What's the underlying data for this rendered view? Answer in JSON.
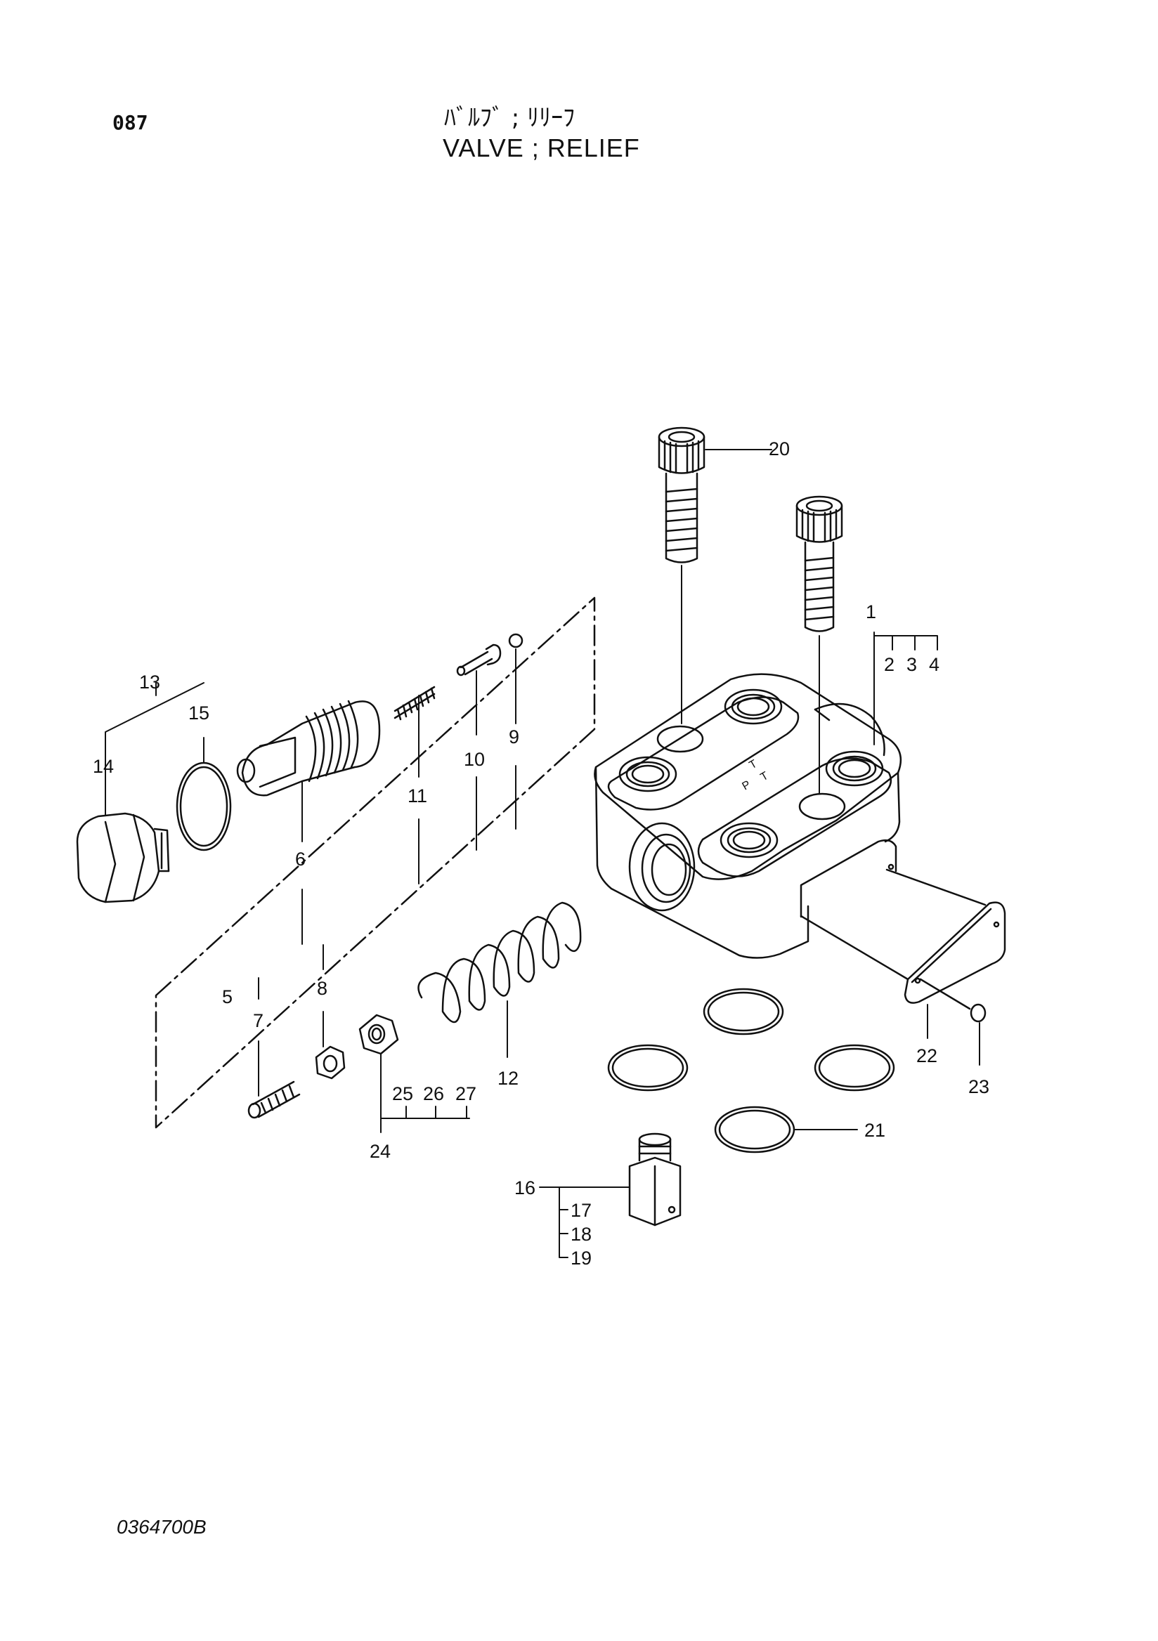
{
  "header": {
    "page_number": "087",
    "title_jp": "ﾊﾞﾙﾌﾞ ; ﾘﾘｰﾌ",
    "title_en": "VALVE ; RELIEF"
  },
  "footer": {
    "drawing_number": "0364700B"
  },
  "callouts": {
    "c1": "1",
    "c2": "2",
    "c3": "3",
    "c4": "4",
    "c5": "5",
    "c6": "6",
    "c7": "7",
    "c8": "8",
    "c9": "9",
    "c10": "10",
    "c11": "11",
    "c12": "12",
    "c13": "13",
    "c14": "14",
    "c15": "15",
    "c16": "16",
    "c17": "17",
    "c18": "18",
    "c19": "19",
    "c20": "20",
    "c21": "21",
    "c22": "22",
    "c23": "23",
    "c24": "24",
    "c25": "25",
    "c26": "26",
    "c27": "27"
  },
  "body_marks": {
    "m1": "T",
    "m2": "P",
    "m3": "T"
  }
}
